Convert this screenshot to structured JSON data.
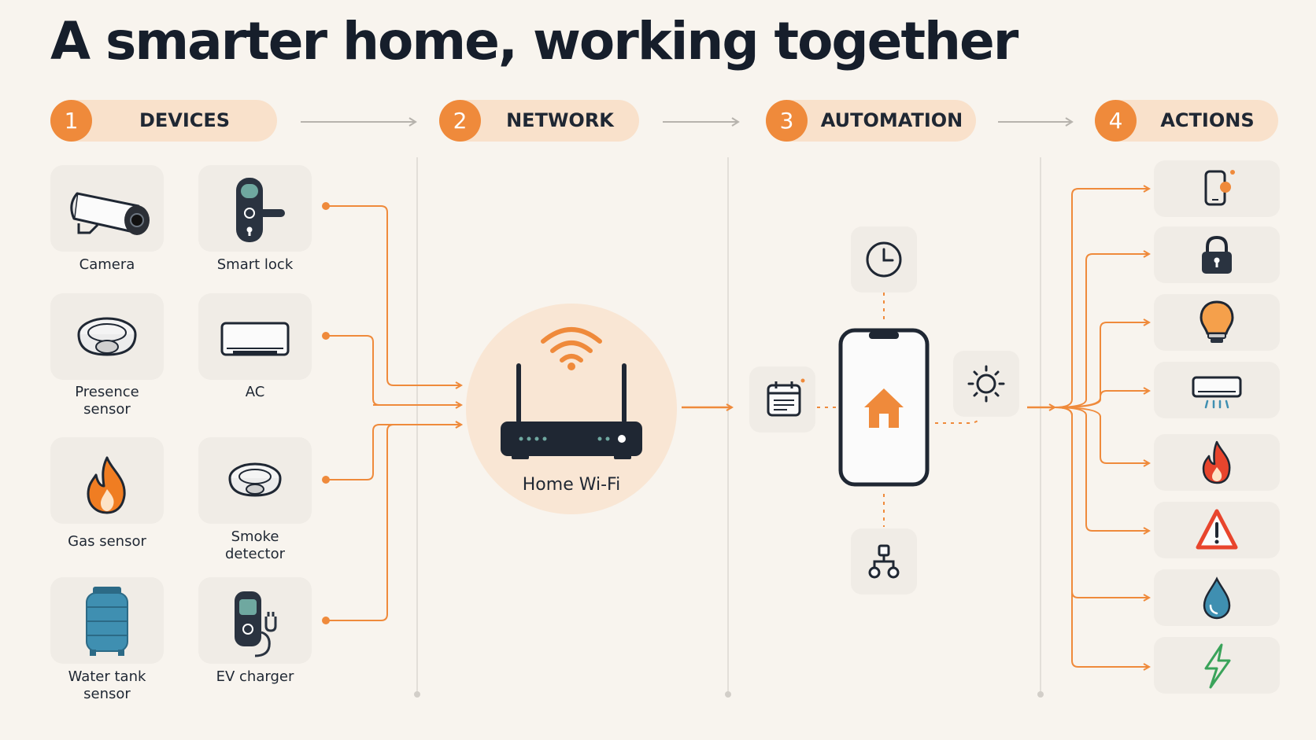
{
  "title": "A smarter home, working together",
  "steps": [
    {
      "number": "1",
      "label": "DEVICES"
    },
    {
      "number": "2",
      "label": "NETWORK"
    },
    {
      "number": "3",
      "label": "AUTOMATION"
    },
    {
      "number": "4",
      "label": "ACTIONS"
    }
  ],
  "devices": [
    {
      "label": "Camera",
      "icon": "camera-icon"
    },
    {
      "label": "Smart lock",
      "icon": "smart-lock-icon"
    },
    {
      "label": "Presence\nsensor",
      "icon": "presence-sensor-icon"
    },
    {
      "label": "AC",
      "icon": "ac-icon"
    },
    {
      "label": "Gas sensor",
      "icon": "flame-icon"
    },
    {
      "label": "Smoke\ndetector",
      "icon": "smoke-detector-icon"
    },
    {
      "label": "Water tank\nsensor",
      "icon": "water-tank-icon"
    },
    {
      "label": "EV charger",
      "icon": "ev-charger-icon"
    }
  ],
  "network": {
    "label": "Home Wi-Fi",
    "icon": "wifi-router-icon"
  },
  "automation": {
    "hub_icon": "phone-home-icon",
    "triggers": [
      "clock-icon",
      "calendar-icon",
      "sun-icon",
      "network-nodes-icon"
    ]
  },
  "actions": [
    "phone-notification-icon",
    "lock-icon",
    "light-bulb-icon",
    "ac-icon",
    "flame-icon",
    "warning-icon",
    "water-drop-icon",
    "lightning-icon"
  ],
  "colors": {
    "accent": "#ef8a3b",
    "accent_light": "#f9e1cb",
    "dark": "#1f2733",
    "background": "#f8f4ee",
    "card": "#f0ece6"
  }
}
